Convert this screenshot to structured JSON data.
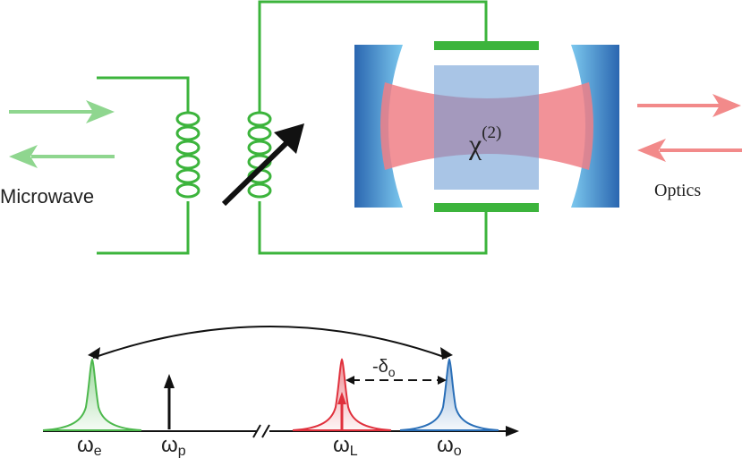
{
  "labels": {
    "microwave": "Microwave",
    "optics": "Optics",
    "chi_main": "χ",
    "chi_sup": "(2)",
    "detuning_main": "-δ",
    "detuning_sub": "o"
  },
  "spectrum": {
    "omega_e": {
      "main": "ω",
      "sub": "e"
    },
    "omega_p": {
      "main": "ω",
      "sub": "p"
    },
    "omega_L": {
      "main": "ω",
      "sub": "L"
    },
    "omega_o": {
      "main": "ω",
      "sub": "o"
    }
  },
  "colors": {
    "circuit_green": "#3cb43c",
    "microwave_arrow": "#8fd68f",
    "optics_arrow": "#f28a8a",
    "laser_beam": "#f07f86",
    "crystal": "#7fa8d8",
    "mirror_dark": "#2a66b0",
    "mirror_light": "#8fd6f0",
    "peak_green": "#4cb84c",
    "peak_red": "#e0303c",
    "peak_blue": "#2a6fb8"
  }
}
